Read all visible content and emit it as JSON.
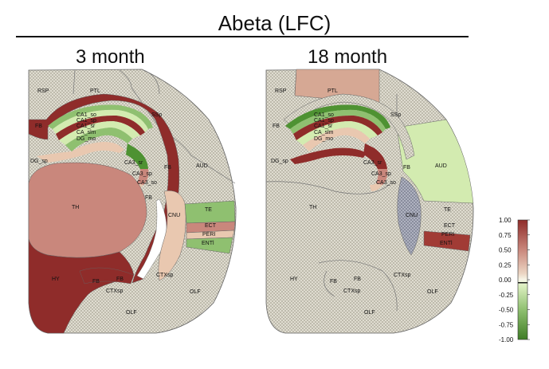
{
  "title": "Abeta (LFC)",
  "panels": [
    {
      "title": "3 month"
    },
    {
      "title": "18 month"
    }
  ],
  "colors": {
    "hatch": "#d5d2c6",
    "outline": "#666666",
    "strong_pos": "#8f2c2a",
    "mid_pos": "#c9877c",
    "light_pos": "#e9c8b0",
    "strong_neg": "#4e9232",
    "mid_neg": "#8fc070",
    "light_neg": "#d3ebb0"
  },
  "colorbar": {
    "ticks": [
      "1.00",
      "0.75",
      "0.50",
      "0.25",
      "0.00",
      "-0.25",
      "-0.50",
      "-0.75",
      "-1.00"
    ],
    "min": -1.0,
    "max": 1.0,
    "marker": -0.05
  },
  "labels": {
    "left": {
      "RSP": "RSP",
      "PTL": "PTL",
      "SSp": "SSp",
      "FB_top": "FB",
      "CA1_so": "CA1_so",
      "CA1_sp": "CA1_sp",
      "CA1_sr": "CA1_sr",
      "CA_slm": "CA_slm",
      "DG_mo": "DG_mo",
      "DG_sp": "DG_sp",
      "CA3_sr": "CA3_sr",
      "CA3_sp": "CA3_sp",
      "CA3_so": "CA3_so",
      "FB_mid": "FB",
      "FB_mid2": "FB",
      "AUD": "AUD",
      "TH": "TH",
      "CNU": "CNU",
      "TE": "TE",
      "ECT": "ECT",
      "PERI": "PERI",
      "ENTl": "ENTl",
      "HY": "HY",
      "FB_low1": "FB",
      "FB_low2": "FB",
      "CTXsp_a": "CTXsp",
      "CTXsp_b": "CTXsp",
      "OLF_a": "OLF",
      "OLF_b": "OLF"
    },
    "right": {
      "RSP": "RSP",
      "PTL": "PTL",
      "SSp": "SSp",
      "FB_top": "FB",
      "CA1_so": "CA1_so",
      "CA1_sp": "CA1_sp",
      "CA1_sr": "CA1_sr",
      "CA_slm": "CA_slm",
      "DG_mo": "DG_mo",
      "DG_sp": "DG_sp",
      "CA3_sr": "CA3_sr",
      "CA3_sp": "CA3_sp",
      "CA3_so": "CA3_so",
      "FB_mid": "FB",
      "AUD": "AUD",
      "TH": "TH",
      "CNU": "CNU",
      "TE": "TE",
      "ECT": "ECT",
      "PERI": "PERI",
      "ENTl": "ENTl",
      "HY": "HY",
      "FB_low1": "FB",
      "FB_low2": "FB",
      "CTXsp_a": "CTXsp",
      "CTXsp_b": "CTXsp",
      "OLF_a": "OLF",
      "OLF_b": "OLF"
    }
  }
}
